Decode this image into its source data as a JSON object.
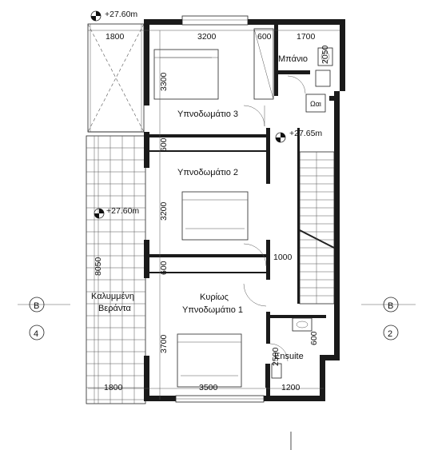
{
  "levels": {
    "top_terrace": "+27.60m",
    "veranda": "+27.60m",
    "stair_landing": "+27.65m"
  },
  "dimensions": {
    "top_left": "1800",
    "top_mid": "3200",
    "top_600": "600",
    "top_right": "1700",
    "bath_vertical": "2050",
    "bed3_vertical": "3300",
    "bed2_600": "600",
    "bed2_vertical": "3200",
    "overall_vertical": "8050",
    "corridor": "1000",
    "master_600": "600",
    "master_vertical": "3700",
    "ensuite_vertical": "2500",
    "ensuite_600": "600",
    "bottom_left": "1800",
    "bottom_mid": "3500",
    "bottom_right": "1200"
  },
  "rooms": {
    "bathroom": "Μπάνιο",
    "bedroom3": "Υπνοδωμάτιο 3",
    "bedroom2": "Υπνοδωμάτιο 2",
    "master_line1": "Κυρίως",
    "master_line2": "Υπνοδωμάτιο 1",
    "veranda_line1": "Καλυμμένη",
    "veranda_line2": "Βεράντα",
    "ensuite": "Ensuite",
    "laundry": "Ωαι"
  },
  "grid_markers": {
    "left_letter": "B",
    "left_number": "4",
    "right_letter": "B",
    "right_number": "2"
  }
}
